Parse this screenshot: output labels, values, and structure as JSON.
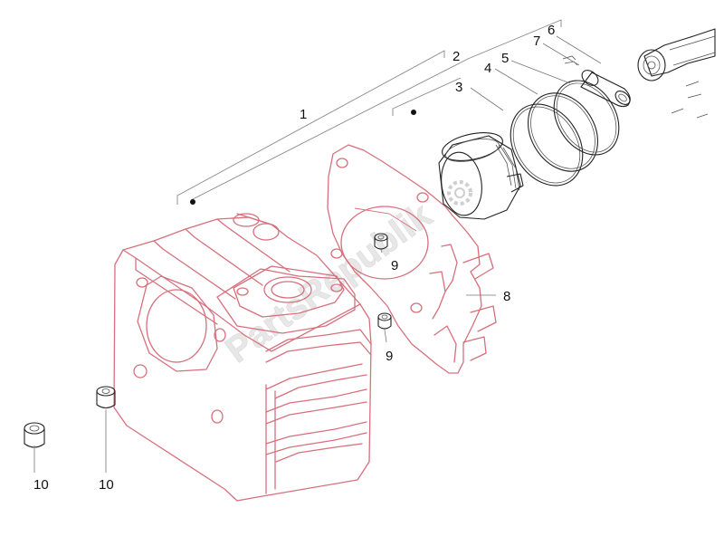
{
  "watermark": "PartsRepublik",
  "part_color": "#d6707c",
  "callouts": {
    "c1": "1",
    "c2": "2",
    "c3": "3",
    "c4": "4",
    "c5": "5",
    "c6": "6",
    "c7": "7",
    "c8": "8",
    "c9a": "9",
    "c9b": "9",
    "c10a": "10",
    "c10b": "10"
  }
}
